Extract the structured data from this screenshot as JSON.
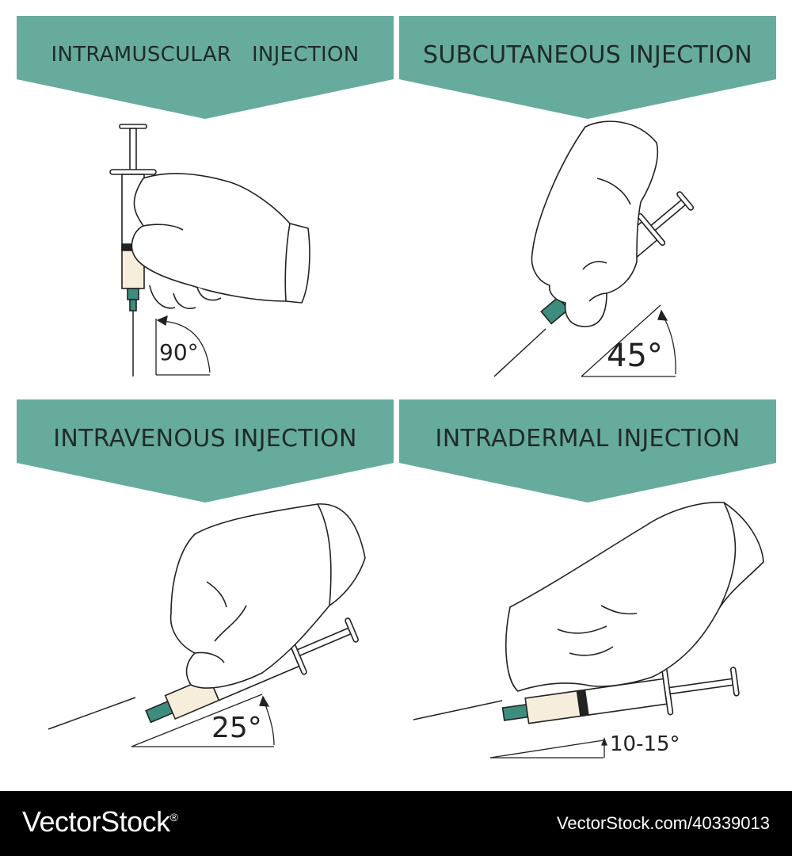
{
  "colors": {
    "banner": "#67ab9c",
    "needle_hub": "#3d8d7f",
    "liquid": "#f6eedb",
    "outline": "#222222",
    "footer_bg": "#000000"
  },
  "panels": [
    {
      "id": "intramuscular",
      "title": "INTRAMUSCULAR   INJECTION",
      "angle": "90°"
    },
    {
      "id": "subcutaneous",
      "title": "SUBCUTANEOUS INJECTION",
      "angle": "45°"
    },
    {
      "id": "intravenous",
      "title": "INTRAVENOUS INJECTION",
      "angle": "25°"
    },
    {
      "id": "intradermal",
      "title": "INTRADERMAL INJECTION",
      "angle": "10-15°"
    }
  ],
  "footer": {
    "brand": "VectorStock",
    "registered_mark": "®",
    "credit": "VectorStock.com/40339013"
  }
}
